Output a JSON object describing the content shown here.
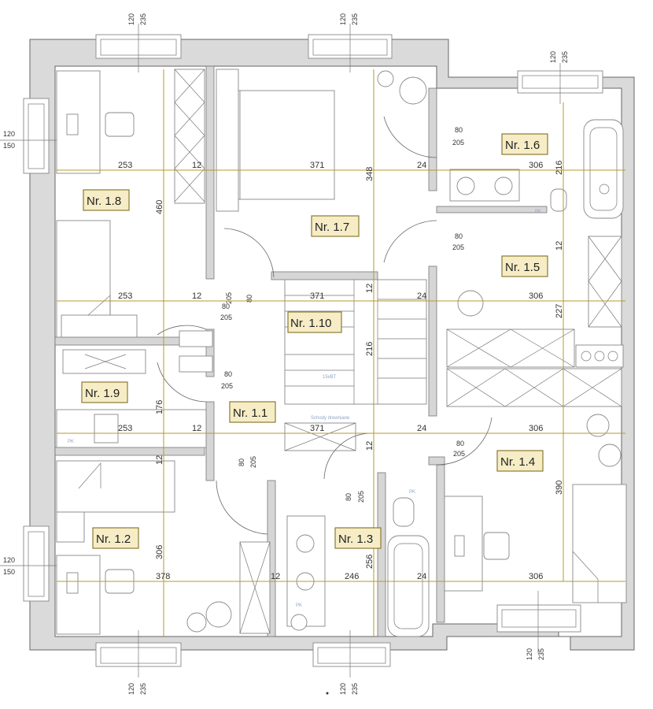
{
  "rooms": [
    {
      "id": "1.1",
      "label": "Nr. 1.1"
    },
    {
      "id": "1.2",
      "label": "Nr. 1.2"
    },
    {
      "id": "1.3",
      "label": "Nr. 1.3"
    },
    {
      "id": "1.4",
      "label": "Nr. 1.4"
    },
    {
      "id": "1.5",
      "label": "Nr. 1.5"
    },
    {
      "id": "1.6",
      "label": "Nr. 1.6"
    },
    {
      "id": "1.7",
      "label": "Nr. 1.7"
    },
    {
      "id": "1.8",
      "label": "Nr. 1.8"
    },
    {
      "id": "1.9",
      "label": "Nr. 1.9"
    },
    {
      "id": "1.10",
      "label": "Nr. 1.10"
    }
  ],
  "dimensions": {
    "d253": "253",
    "d12": "12",
    "d371": "371",
    "d24": "24",
    "d306": "306",
    "d460": "460",
    "d348": "348",
    "d216": "216",
    "d227": "227",
    "d176": "176",
    "d306v": "306",
    "d390": "390",
    "d256": "256",
    "d378": "378",
    "d246": "246"
  },
  "windows": {
    "w120": "120",
    "w235": "235",
    "w150": "150"
  },
  "doors": {
    "w80": "80",
    "h205": "205"
  },
  "markers": {
    "pk": "PK",
    "stairs_note": "Schody drewniane",
    "stairs_code": "15xBT"
  }
}
